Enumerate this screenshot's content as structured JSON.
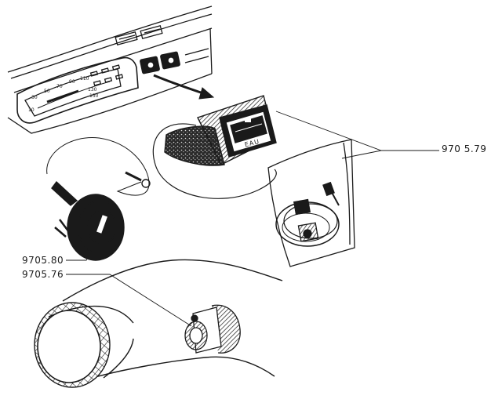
{
  "callouts": {
    "gauge_kit": "970 5.79",
    "water_gauge": "9705.80",
    "sender_unit": "9705.76"
  },
  "gauge_face_label": "EAU",
  "speedometer_numbers": [
    "10",
    "30",
    "50",
    "70",
    "90",
    "110",
    "130",
    "150"
  ],
  "colors": {
    "ink": "#1a1a1a",
    "background": "#ffffff"
  }
}
